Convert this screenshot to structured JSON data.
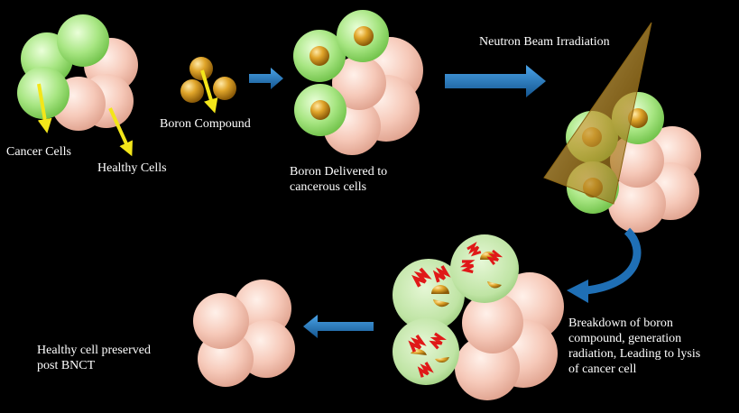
{
  "labels": {
    "cancer_cells": "Cancer Cells",
    "healthy_cells": "Healthy Cells",
    "boron_compound": "Boron Compound",
    "boron_delivered": "Boron Delivered to\ncancerous cells",
    "neutron_beam": "Neutron Beam Irradiation",
    "breakdown": "Breakdown of boron\ncompound, generation\nradiation, Leading to lysis\nof cancer cell",
    "healthy_preserved": "Healthy cell preserved\npost BNCT"
  },
  "colors": {
    "background": "#000000",
    "cancer_cell": "#9fe07a",
    "healthy_cell": "#f6c9b9",
    "boron": "#d89a1e",
    "arrow_blue": "#1f6fb5",
    "pointer_yellow": "#f3e61a",
    "beam_gold": "#c9a13a",
    "radiation_red": "#e01818"
  },
  "icons": [
    "cancer-cell-icon",
    "healthy-cell-icon",
    "boron-particle-icon",
    "neutron-beam-icon",
    "radiation-icon",
    "process-arrow-icon"
  ]
}
